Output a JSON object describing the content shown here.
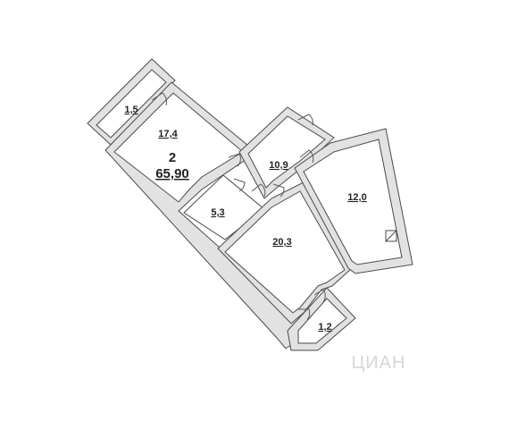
{
  "apartment": {
    "rooms_count": "2",
    "total_area": "65,90"
  },
  "rooms": {
    "balcony_top": "1,5",
    "room_large": "17,4",
    "hall": "10,9",
    "bathroom": "5,3",
    "room_right": "12,0",
    "room_center": "20,3",
    "balcony_bottom": "1,2"
  },
  "watermark": "ЦИАН"
}
